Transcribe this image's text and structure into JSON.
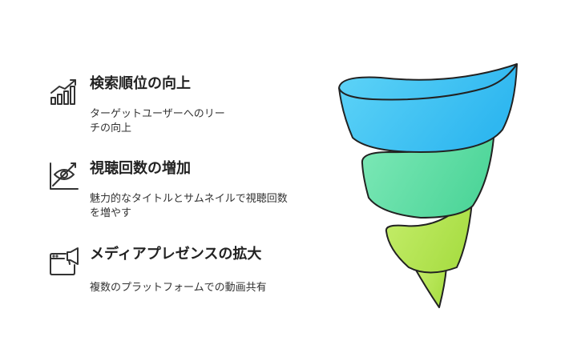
{
  "items": [
    {
      "icon": "growth-chart-icon",
      "title": "検索順位の向上",
      "description_lines": [
        "ターゲットユーザーへのリー",
        "チの向上"
      ]
    },
    {
      "icon": "eye-chart-icon",
      "title": "視聴回数の増加",
      "description_lines": [
        "魅力的なタイトルとサムネイルで視聴回数",
        "を増やす"
      ]
    },
    {
      "icon": "browser-megaphone-icon",
      "title": "メディアプレゼンスの拡大",
      "description_lines": [
        "複数のプラットフォームでの動画共有"
      ]
    }
  ],
  "colors": {
    "band_top": "#45c8f5",
    "band_middle": "#6fe3a8",
    "band_bottom": "#b7e85a",
    "outline": "#222222"
  }
}
